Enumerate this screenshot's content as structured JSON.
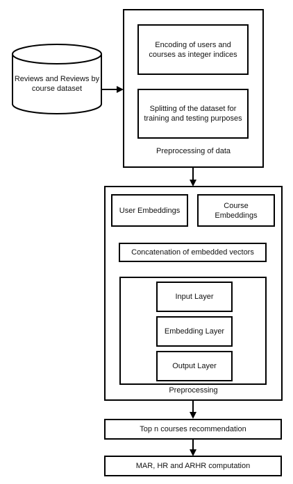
{
  "dataset": {
    "label": "Reviews and Reviews by course dataset"
  },
  "preprocessing_data": {
    "step1": "Encoding of users and courses as integer indices",
    "step2": "Splitting of the dataset for training and testing purposes",
    "caption": "Preprocessing of data"
  },
  "model": {
    "user_embeddings": "User Embeddings",
    "course_embeddings": "Course Embeddings",
    "concatenation": "Concatenation of embedded vectors",
    "input_layer": "Input Layer",
    "embedding_layer": "Embedding Layer",
    "output_layer": "Output Layer",
    "caption": "Preprocessing"
  },
  "output": {
    "recommendation": "Top n courses recommendation",
    "computation": "MAR, HR and ARHR computation"
  },
  "colors": {
    "stroke": "#000000",
    "background": "#ffffff"
  }
}
